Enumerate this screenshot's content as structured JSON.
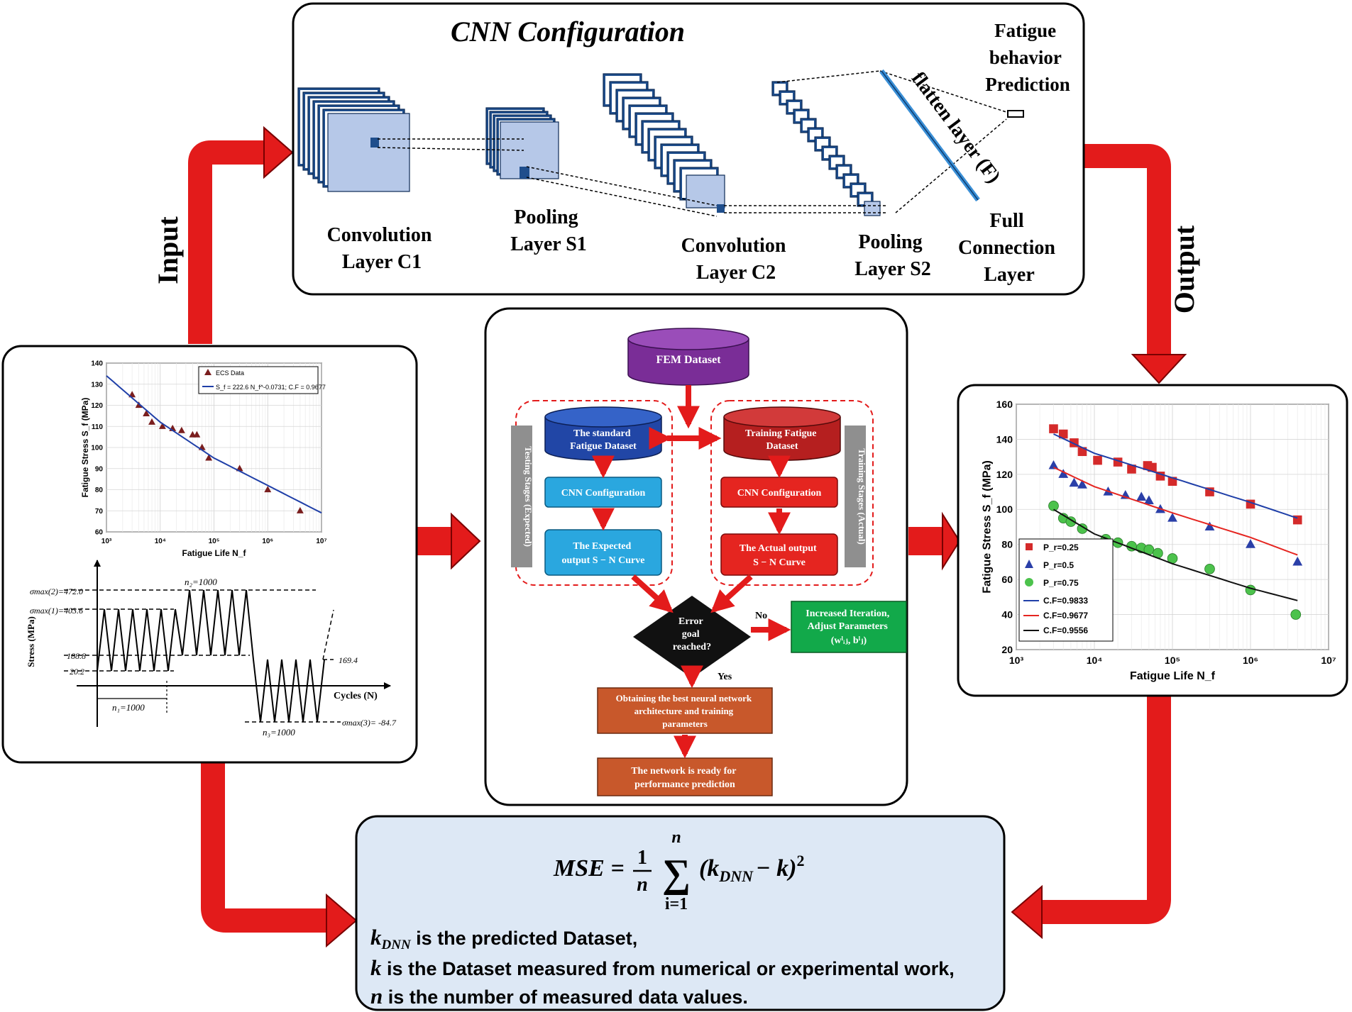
{
  "cnn": {
    "title": "CNN Configuration",
    "layers": {
      "c1": [
        "Convolution",
        "Layer C1"
      ],
      "s1": [
        "Pooling",
        "Layer S1"
      ],
      "c2": [
        "Convolution",
        "Layer C2"
      ],
      "s2": [
        "Pooling",
        "Layer S2"
      ],
      "flatten": "flatten layer (F)",
      "full": [
        "Full",
        "Connection",
        "Layer"
      ],
      "prediction": [
        "Fatigue",
        "behavior",
        "Prediction"
      ]
    }
  },
  "labels": {
    "input": "Input",
    "output": "Output"
  },
  "colors": {
    "arrow_red": "#e31b1b",
    "layer_dark": "#1f4e8c",
    "layer_face": "#b6c8e8",
    "fem_purple": "#7a2d97",
    "standard_blue": "#2146a6",
    "training_red": "#b51f1f",
    "cyan_box": "#2aa7df",
    "red_box": "#e52520",
    "green_box": "#12a94a",
    "orange_box": "#c8582b",
    "gray_bar": "#8f8f8f",
    "formula_bg": "#dde8f5"
  },
  "flowchart": {
    "fem": "FEM Dataset",
    "standard": [
      "The standard",
      "Fatigue Dataset"
    ],
    "training": [
      "Training Fatigue",
      "Dataset"
    ],
    "cnn_left": "CNN Configuration",
    "cnn_right": "CNN Configuration",
    "expected": [
      "The Expected",
      "output S − N Curve"
    ],
    "actual": [
      "The Actual output",
      "S − N Curve"
    ],
    "testing_bar": "Testing Stages (Expected)",
    "training_bar": "Training Stages (Actual)",
    "decision": [
      "Error",
      "goal",
      "reached?"
    ],
    "no": "No",
    "yes": "Yes",
    "iterate": [
      "Increased Iteration,",
      "Adjust Parameters",
      "(wˡᵢⱼ, bˡⱼ)"
    ],
    "best": [
      "Obtaining the best neural network",
      "architecture and training",
      "parameters"
    ],
    "ready": [
      "The network is ready for",
      "performance prediction"
    ]
  },
  "formula": {
    "equation": "MSE = 1/n ∑ (k_DNN − k)²",
    "lhs": "MSE =",
    "frac_num": "1",
    "frac_den": "n",
    "sigma": "∑",
    "sum_top": "n",
    "sum_bottom": "i=1",
    "body": "(k",
    "body_sub": "DNN",
    "body_end": "− k)",
    "body_sup": "2",
    "lines": [
      {
        "sym": "k",
        "sub": "DNN",
        "text": " is the predicted Dataset,"
      },
      {
        "sym": "k",
        "sub": "",
        "text": " is the Dataset measured from numerical or experimental work,"
      },
      {
        "sym": "n",
        "sub": "",
        "text": " is the number of measured data values."
      }
    ]
  },
  "stress_history": {
    "ylabel": "Stress (MPa)",
    "xlabel": "Cycles (N)",
    "levels": [
      "σmax(2)=472.0",
      "σmax(1)=403.6",
      "188.8",
      "20.2",
      "169.4",
      "σmax(3)= -84.7"
    ],
    "blocks": [
      "n₁=1000",
      "n₂=1000",
      "n₃=1000"
    ]
  },
  "chart_data": [
    {
      "type": "scatter",
      "title": "",
      "xlabel": "Fatigue Life N_f",
      "ylabel": "Fatigue Stress S_f (MPa)",
      "xscale": "log",
      "xlim": [
        1000,
        10000000
      ],
      "ylim": [
        60,
        140
      ],
      "yticks": [
        60,
        70,
        80,
        90,
        100,
        110,
        120,
        130,
        140
      ],
      "xticks": [
        "10³",
        "10⁴",
        "10⁵",
        "10⁶",
        "10⁷"
      ],
      "grid": true,
      "legend": "top-right",
      "series": [
        {
          "name": "ECS Data",
          "kind": "points",
          "color": "#7a1e1e",
          "x": [
            3000,
            4000,
            5500,
            7000,
            11000,
            17000,
            25000,
            40000,
            48000,
            60000,
            80000,
            300000,
            1000000,
            4000000
          ],
          "y": [
            125,
            120,
            116,
            112,
            110,
            109,
            108,
            106,
            106,
            100,
            95,
            90,
            80,
            70
          ]
        },
        {
          "name": "S_f = 222.6 N_f^-0.0731; C.F = 0.9677",
          "kind": "line",
          "color": "#1f3fa8",
          "x": [
            1000,
            10000,
            100000,
            1000000,
            10000000
          ],
          "y": [
            134,
            112,
            95,
            82,
            69
          ]
        }
      ]
    },
    {
      "type": "scatter",
      "title": "",
      "xlabel": "Fatigue Life N_f",
      "ylabel": "Fatigue Stress S_f (MPa)",
      "xscale": "log",
      "xlim": [
        1000,
        10000000
      ],
      "ylim": [
        20,
        160
      ],
      "yticks": [
        20,
        40,
        60,
        80,
        100,
        120,
        140,
        160
      ],
      "xticks": [
        "10³",
        "10⁴",
        "10⁵",
        "10⁶",
        "10⁷"
      ],
      "grid": true,
      "legend": "bottom-left",
      "series": [
        {
          "name": "P_r=0.25",
          "kind": "points",
          "marker": "square",
          "color": "#d42a2a",
          "x": [
            3000,
            4000,
            5500,
            7000,
            11000,
            20000,
            30000,
            48000,
            55000,
            70000,
            100000,
            300000,
            1000000,
            4000000
          ],
          "y": [
            146,
            143,
            138,
            133,
            128,
            127,
            123,
            125,
            124,
            119,
            116,
            110,
            103,
            94
          ]
        },
        {
          "name": "P_r=0.5",
          "kind": "points",
          "marker": "triangle",
          "color": "#2a3fa8",
          "x": [
            3000,
            4000,
            5500,
            7000,
            15000,
            25000,
            40000,
            50000,
            70000,
            100000,
            300000,
            1000000,
            4000000
          ],
          "y": [
            125,
            120,
            115,
            114,
            110,
            108,
            107,
            105,
            100,
            95,
            90,
            80,
            70
          ]
        },
        {
          "name": "P_r=0.75",
          "kind": "points",
          "marker": "circle",
          "color": "#4cc24c",
          "x": [
            3000,
            4000,
            5000,
            7000,
            14000,
            20000,
            30000,
            40000,
            50000,
            65000,
            100000,
            300000,
            1000000,
            3800000
          ],
          "y": [
            102,
            95,
            93,
            89,
            83,
            81,
            79,
            78,
            77,
            75,
            72,
            66,
            54,
            40
          ]
        },
        {
          "name": "C.F=0.9833",
          "kind": "line",
          "color": "#1f3fa8",
          "x": [
            3000,
            10000,
            100000,
            1000000,
            4000000
          ],
          "y": [
            143,
            132,
            118,
            104,
            95
          ]
        },
        {
          "name": "C.F=0.9677",
          "kind": "line",
          "color": "#e52520",
          "x": [
            3000,
            10000,
            100000,
            1000000,
            4000000
          ],
          "y": [
            124,
            113,
            98,
            84,
            74
          ]
        },
        {
          "name": "C.F=0.9556",
          "kind": "line",
          "color": "#111111",
          "x": [
            3000,
            10000,
            100000,
            1000000,
            4000000
          ],
          "y": [
            100,
            86,
            69,
            55,
            48
          ]
        }
      ]
    }
  ]
}
